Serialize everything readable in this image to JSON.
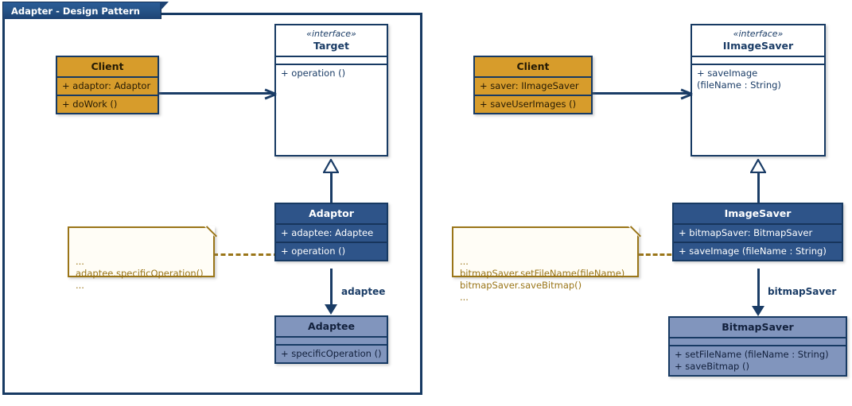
{
  "panel": {
    "tab_label": "Adapter - Design Pattern"
  },
  "colors": {
    "navy": "#173a63",
    "navy_text": "#1a3c66",
    "gold": "#d79c2b",
    "gold_border": "#9a7518",
    "steel": "#2e5489",
    "slate": "#8195bd",
    "white": "#ffffff"
  },
  "left_diagram": {
    "client": {
      "title": "Client",
      "attributes": [
        "+ adaptor: Adaptor"
      ],
      "operations": [
        "+ doWork ()"
      ]
    },
    "target": {
      "stereotype": "«interface»",
      "title": "Target",
      "attributes": [],
      "operations": [
        "+ operation ()"
      ]
    },
    "adaptor": {
      "title": "Adaptor",
      "attributes": [
        "+ adaptee: Adaptee"
      ],
      "operations": [
        "+ operation ()"
      ]
    },
    "adaptee": {
      "title": "Adaptee",
      "attributes": [],
      "operations": [
        "+ specificOperation ()"
      ]
    },
    "note": {
      "lines": "...\nadaptee.specificOperation()\n..."
    },
    "edge_label": "adaptee"
  },
  "right_diagram": {
    "client": {
      "title": "Client",
      "attributes": [
        "+ saver: IImageSaver"
      ],
      "operations": [
        "+ saveUserImages ()"
      ]
    },
    "iimagesaver": {
      "stereotype": "«interface»",
      "title": "IImageSaver",
      "attributes": [],
      "operations": [
        "+ saveImage\n(fileName : String)"
      ]
    },
    "imagesaver": {
      "title": "ImageSaver",
      "attributes": [
        "+ bitmapSaver: BitmapSaver"
      ],
      "operations": [
        "+ saveImage (fileName : String)"
      ]
    },
    "bitmapsaver": {
      "title": "BitmapSaver",
      "attributes": [],
      "operations": [
        "+ setFileName (fileName : String)\n+ saveBitmap ()"
      ]
    },
    "note": {
      "lines": "...\nbitmapSaver.setFileName(fileName)\nbitmapSaver.saveBitmap()\n..."
    },
    "edge_label": "bitmapSaver"
  }
}
